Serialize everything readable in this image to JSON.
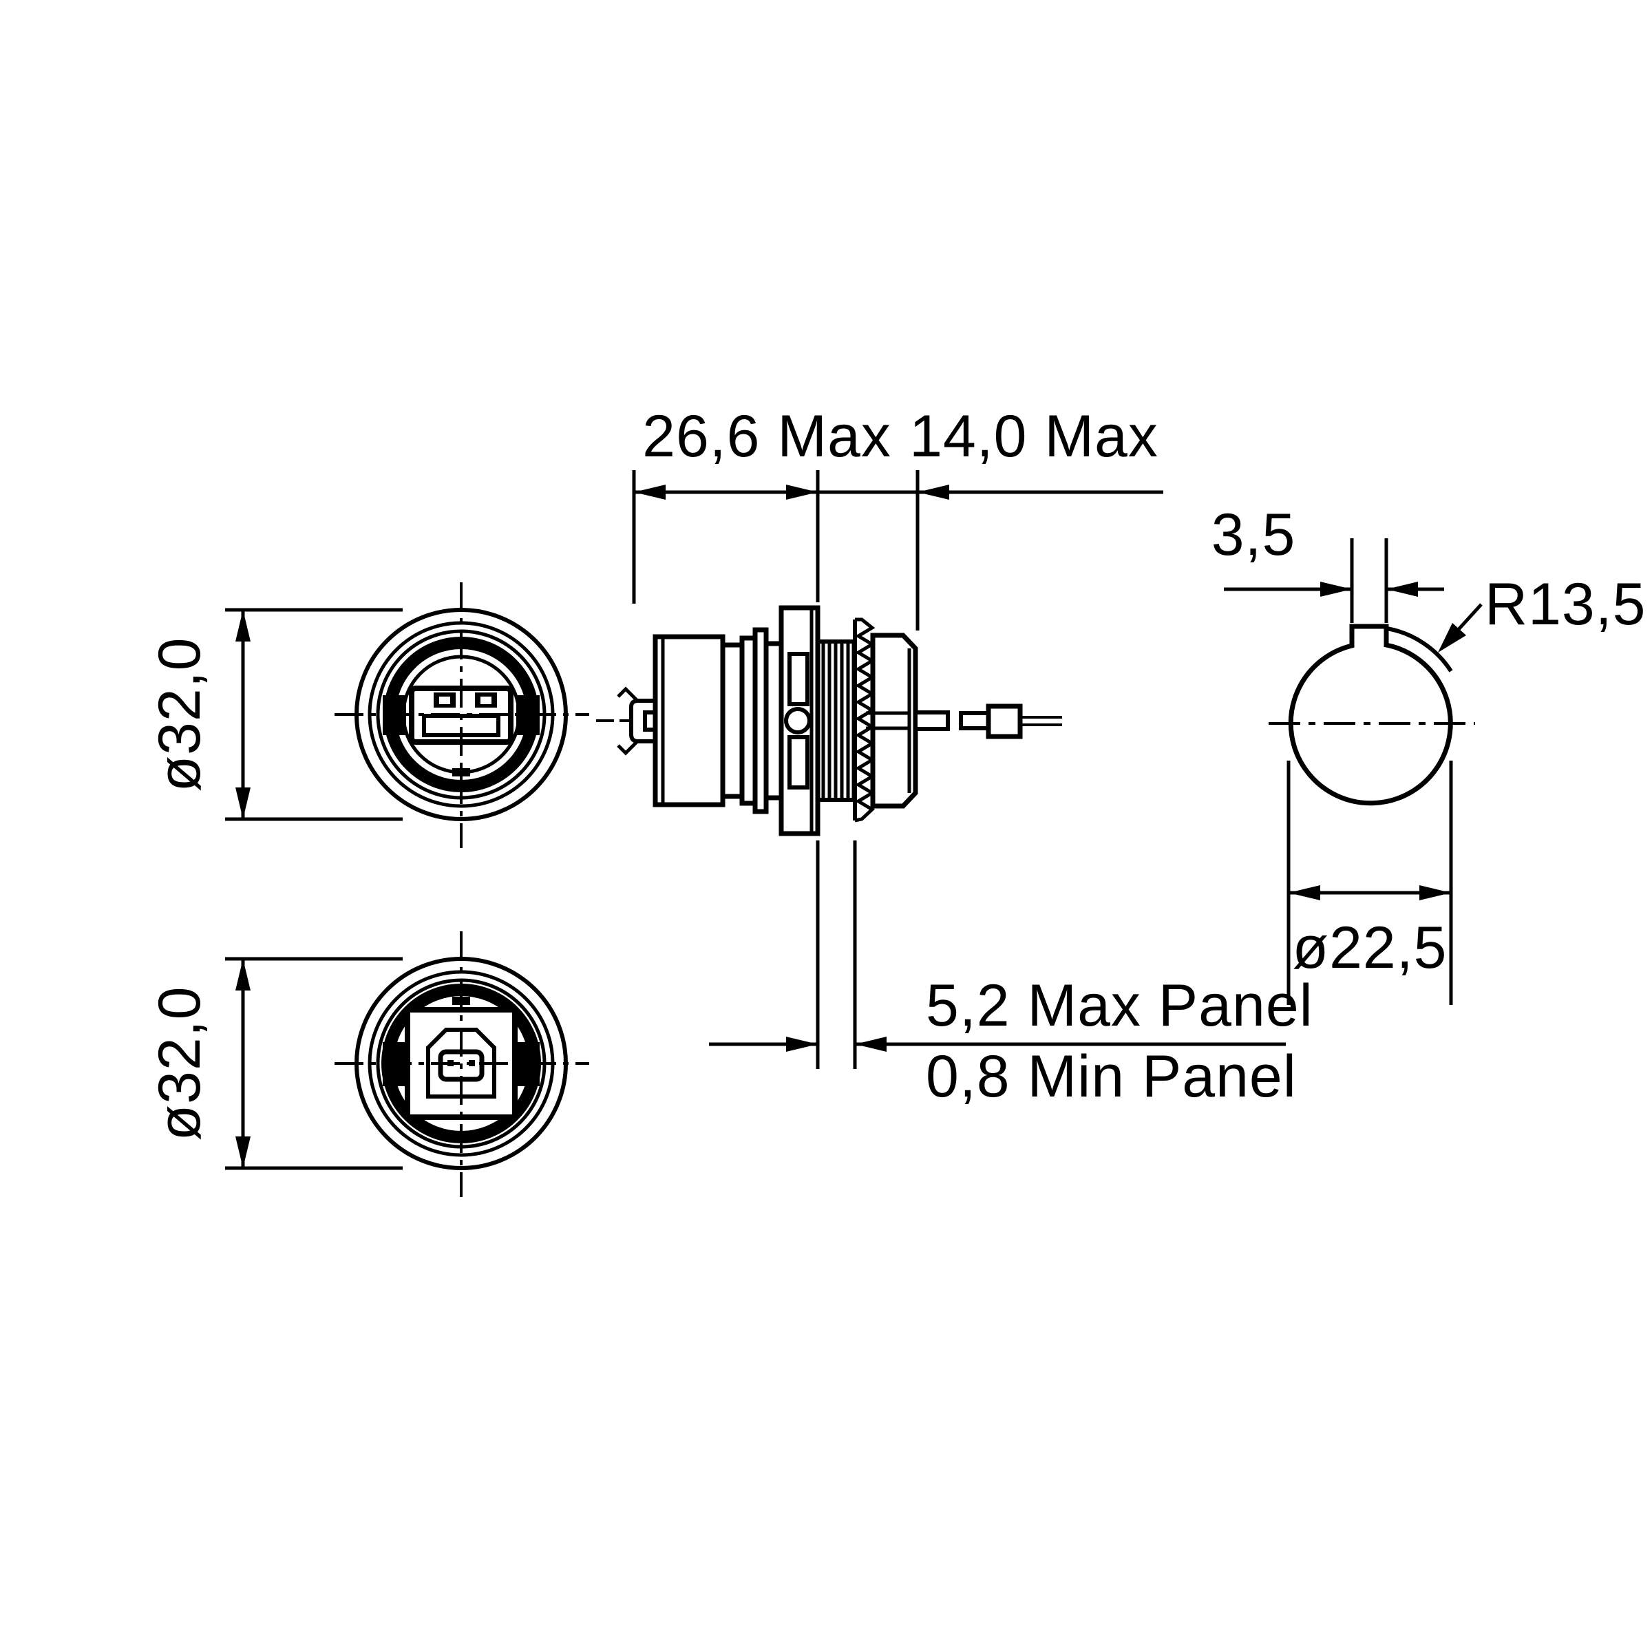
{
  "drawing": {
    "title": "panel-mount-usb-feedthrough-connector-drawing",
    "background_color": "#ffffff",
    "line_color": "#000000",
    "labels": {
      "rear_length": "26,6 Max",
      "front_length": "14,0 Max",
      "usb_a_diameter": "ø32,0",
      "usb_b_diameter": "ø32,0",
      "panel_max": "5,2 Max Panel",
      "panel_min": "0,8 Min Panel",
      "notch_width": "3,5",
      "cutout_radius": "R13,5",
      "cutout_diameter": "ø22,5"
    }
  }
}
